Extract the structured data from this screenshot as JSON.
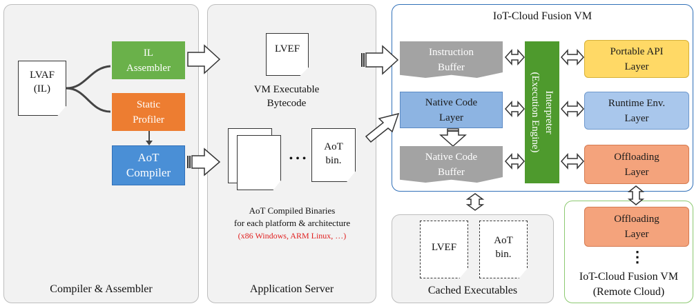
{
  "panels": {
    "compiler": "Compiler & Assembler",
    "server": "Application Server",
    "vm_title": "IoT-Cloud Fusion VM",
    "cache": "Cached Executables",
    "remote_line1": "IoT-Cloud Fusion VM",
    "remote_line2": "(Remote Cloud)"
  },
  "compiler": {
    "lvaf_line1": "LVAF",
    "lvaf_line2": "(IL)",
    "il_line1": "IL",
    "il_line2": "Assembler",
    "static_line1": "Static",
    "static_line2": "Profiler",
    "aot_line1": "AoT",
    "aot_line2": "Compiler"
  },
  "server": {
    "lvef": "LVEF",
    "vm_line1": "VM Executable",
    "vm_line2": "Bytecode",
    "ellipsis": "• • •",
    "aot_line1": "AoT",
    "aot_line2": "bin.",
    "binaries_line1": "AoT Compiled Binaries",
    "binaries_line2": "for each platform  & architecture",
    "platforms": "(x86 Windows, ARM Linux,  …)"
  },
  "vm": {
    "instr_line1": "Instruction",
    "instr_line2": "Buffer",
    "native_line1": "Native Code",
    "native_line2": "Layer",
    "ncbuf_line1": "Native Code",
    "ncbuf_line2": "Buffer",
    "interp_line1": "Interpreter",
    "interp_line2": "(Execution Engine)",
    "api_line1": "Portable API",
    "api_line2": "Layer",
    "runtime_line1": "Runtime  Env.",
    "runtime_line2": "Layer",
    "offload_line1": "Offloading",
    "offload_line2": "Layer"
  },
  "cache": {
    "lvef": "LVEF",
    "aot_line1": "AoT",
    "aot_line2": "bin."
  },
  "remote": {
    "offload_line1": "Offloading",
    "offload_line2": "Layer",
    "dots": "⋮"
  },
  "colors": {
    "green": "#6ab14a",
    "orange": "#ed7d31",
    "blue": "#4a8fd6",
    "interpreter": "#4e9a2d",
    "grey_buffer": "#a3a3a3",
    "yellow": "#ffd966",
    "light_blue": "#a9c7ec",
    "salmon": "#f4a37c",
    "vm_border": "#2f6fb8",
    "remote_border": "#8cc970",
    "accent_red": "#e02020"
  }
}
